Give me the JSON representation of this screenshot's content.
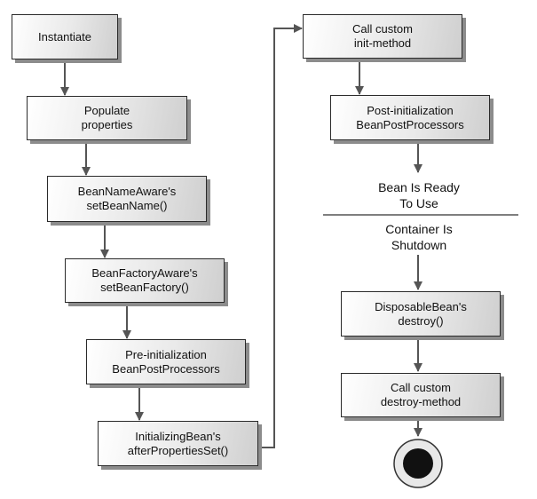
{
  "steps": {
    "instantiate": "Instantiate",
    "populate": "Populate\nproperties",
    "bean_name_aware": "BeanNameAware's\nsetBeanName()",
    "bean_factory_aware": "BeanFactoryAware's\nsetBeanFactory()",
    "pre_init": "Pre-initialization\nBeanPostProcessors",
    "initializing_bean": "InitializingBean's\nafterPropertiesSet()",
    "custom_init": "Call custom\ninit-method",
    "post_init": "Post-initialization\nBeanPostProcessors",
    "disposable_bean": "DisposableBean's\ndestroy()",
    "custom_destroy": "Call custom\ndestroy-method"
  },
  "states": {
    "ready": "Bean Is Ready\nTo Use",
    "shutdown": "Container Is\nShutdown"
  },
  "colors": {
    "arrow": "#555555",
    "box_border": "#2a2a2a",
    "end_node": "#111111"
  }
}
